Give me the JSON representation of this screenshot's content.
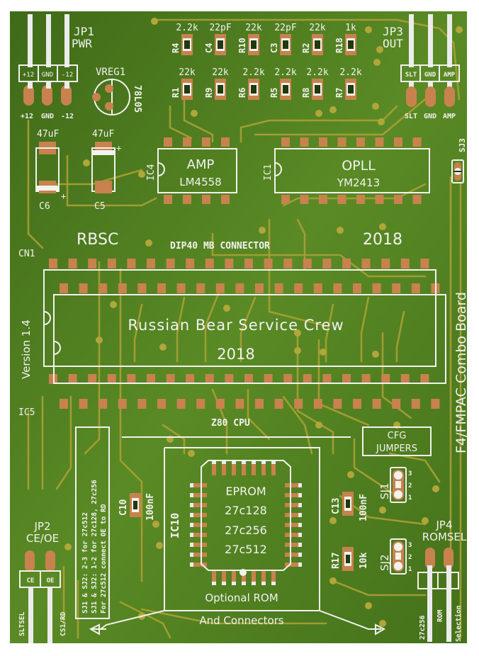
{
  "board": {
    "colors": {
      "pcb": "#4d7a1f",
      "copper_pad": "#c8824e",
      "silkscreen": "#f2f2ee",
      "trace": "#a9a035"
    },
    "title_vertical": "F4/FMPAC Combo Board",
    "version": "Version 1.4",
    "brand": "RBSC",
    "year_top": "2018",
    "center_text": "Russian Bear Service Crew",
    "center_year": "2018",
    "cn1": {
      "ref": "CN1",
      "label": "DIP40 MB CONNECTOR"
    },
    "ic5": {
      "ref": "IC5",
      "label": "Z80 CPU"
    }
  },
  "jp1": {
    "ref": "JP1",
    "name": "PWR",
    "pins": [
      "+12",
      "GND",
      "-12"
    ],
    "bottom_labels": [
      "+12",
      "GND",
      "-12"
    ]
  },
  "jp3": {
    "ref": "JP3",
    "name": "OUT",
    "pins": [
      "SLT",
      "GND",
      "AMP"
    ],
    "bottom_labels": [
      "SLT",
      "GND",
      "AMP"
    ]
  },
  "jp2": {
    "ref": "JP2",
    "name": "CE/OE",
    "pins": [
      "CE",
      "OE"
    ],
    "bottom_labels": [
      "SLTSEL",
      "CS1/RD"
    ]
  },
  "jp4": {
    "ref": "JP4",
    "name": "ROMSEL",
    "bottom_labels": [
      "27c256",
      "ROM",
      "Selection"
    ]
  },
  "vreg": {
    "ref": "VREG1",
    "part": "78L05"
  },
  "resistors_top": [
    {
      "ref": "R4",
      "value": "2.2k"
    },
    {
      "ref": "C4",
      "value": "22pF"
    },
    {
      "ref": "R10",
      "value": "22k"
    },
    {
      "ref": "C3",
      "value": "22pF"
    },
    {
      "ref": "R2",
      "value": "22k"
    },
    {
      "ref": "R18",
      "value": "1k"
    }
  ],
  "resistors_bottom": [
    {
      "ref": "R1",
      "value": "22k"
    },
    {
      "ref": "R9",
      "value": "22k"
    },
    {
      "ref": "R6",
      "value": "2.2k"
    },
    {
      "ref": "R5",
      "value": "2.2k"
    },
    {
      "ref": "R8",
      "value": "2.2k"
    },
    {
      "ref": "R7",
      "value": "2.2k"
    }
  ],
  "caps": {
    "c6": {
      "ref": "C6",
      "value": "47uF"
    },
    "c5": {
      "ref": "C5",
      "value": "47uF"
    },
    "c10": {
      "ref": "C10",
      "value": "100nF"
    },
    "c13": {
      "ref": "C13",
      "value": "100nF"
    }
  },
  "r17": {
    "ref": "R17",
    "value": "10k"
  },
  "ic4": {
    "ref": "IC4",
    "name": "AMP",
    "part": "LM4558"
  },
  "ic1": {
    "ref": "IC1",
    "name": "OPLL",
    "part": "YM2413"
  },
  "ic10": {
    "ref": "IC10",
    "lines": [
      "EPROM",
      "27c128",
      "27c256",
      "27c512"
    ],
    "caption1": "Optional ROM",
    "caption2": "And Connectors"
  },
  "cfg": {
    "line1": "CFG",
    "line2": "JUMPERS"
  },
  "sj1": {
    "ref": "SJ1",
    "pins": [
      "3",
      "2",
      "1"
    ]
  },
  "sj2": {
    "ref": "SJ2",
    "pins": [
      "3",
      "2",
      "1"
    ]
  },
  "sj3": {
    "ref": "SJ3"
  },
  "plus_sign": "+",
  "notes": [
    "SJ1 & SJ2: 2-3 for 27c512",
    "SJ1 & SJ2: 1-2 for 27c128, 27c256",
    "For 27c512 connect OE to RD"
  ]
}
